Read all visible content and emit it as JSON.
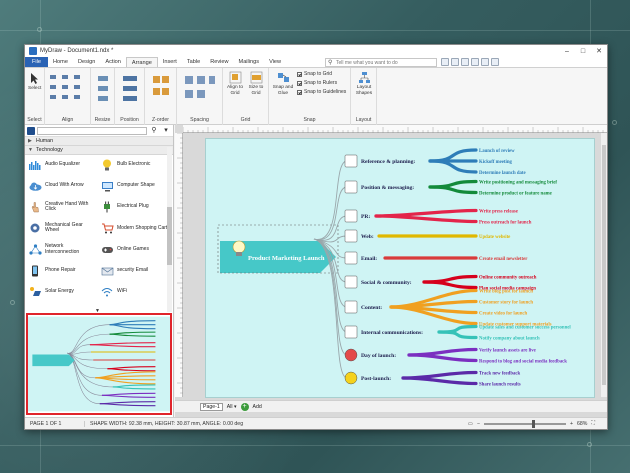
{
  "window": {
    "title": "MyDraw - Document1.ndx *",
    "controls": [
      "–",
      "□",
      "✕"
    ]
  },
  "menu": {
    "tabs": [
      "File",
      "Home",
      "Design",
      "Action",
      "Arrange",
      "Insert",
      "Table",
      "Review",
      "Mailings",
      "View"
    ],
    "active": "Arrange",
    "tell_me_placeholder": "Tell me what you want to do"
  },
  "ribbon": {
    "select_label": "Select",
    "align_grid_label": "Align to Grid",
    "size_grid_label": "Size to Grid",
    "snap_glue_label": "Snap and Glue",
    "snap_grid": "Snap to Grid",
    "snap_rulers": "Snap to Rulers",
    "snap_guidelines": "Snap to Guidelines",
    "layout_shapes_label": "Layout Shapes",
    "groups": [
      "Select",
      "Align",
      "Resize",
      "Position",
      "Z-order",
      "Spacing",
      "Grid",
      "Snap",
      "Layout"
    ]
  },
  "library": {
    "categories": [
      "Human",
      "Technology"
    ],
    "items": [
      {
        "label": "Audio Equalizer",
        "icon": "equalizer-icon"
      },
      {
        "label": "Bulb Electronic",
        "icon": "bulb-icon"
      },
      {
        "label": "Cloud With Arrow",
        "icon": "cloud-icon"
      },
      {
        "label": "Computer Shape",
        "icon": "computer-icon"
      },
      {
        "label": "Creative Hand With Click",
        "icon": "hand-click-icon"
      },
      {
        "label": "Electrical Plug",
        "icon": "plug-icon"
      },
      {
        "label": "Mechanical Gear Wheel",
        "icon": "gear-icon"
      },
      {
        "label": "Modern Shopping Cart",
        "icon": "cart-icon"
      },
      {
        "label": "Network Interconnection",
        "icon": "network-icon"
      },
      {
        "label": "Online Games",
        "icon": "gamepad-icon"
      },
      {
        "label": "Phone Repair",
        "icon": "phone-icon"
      },
      {
        "label": "security Email",
        "icon": "email-icon"
      },
      {
        "label": "Solar Energy",
        "icon": "solar-icon"
      },
      {
        "label": "WiFi",
        "icon": "wifi-icon"
      }
    ]
  },
  "mindmap": {
    "central": "Product Marketing Launch",
    "branches": [
      {
        "label": "Reference & planning:",
        "leaves": [
          "Launch of review",
          "Kickoff meeting",
          "Determine launch date"
        ],
        "color": "#2e7db8"
      },
      {
        "label": "Position & messaging:",
        "leaves": [
          "Write positioning and messaging brief",
          "Determine product or feature name"
        ],
        "color": "#138a3a"
      },
      {
        "label": "PR:",
        "leaves": [
          "Write press release",
          "Press outreach for launch"
        ],
        "color": "#e3244a"
      },
      {
        "label": "Web:",
        "leaves": [
          "Update website"
        ],
        "color": "#e0b800"
      },
      {
        "label": "Email:",
        "leaves": [
          "Create email newsletter"
        ],
        "color": "#d93b3b"
      },
      {
        "label": "Social & community:",
        "leaves": [
          "Online community outreach",
          "Plan social media campaign"
        ],
        "color": "#d6001c"
      },
      {
        "label": "Content:",
        "leaves": [
          "Write blog post for launch",
          "Customer story for launch",
          "Create video for launch",
          "Update customer support materials"
        ],
        "color": "#f0a020"
      },
      {
        "label": "Internal communications:",
        "leaves": [
          "Update sales and customer success personnel",
          "Notify company about launch"
        ],
        "color": "#35c2b8"
      },
      {
        "label": "Day of launch:",
        "leaves": [
          "Verify launch assets are live",
          "Respond to blog and social media feedback"
        ],
        "color": "#7b2fc0"
      },
      {
        "label": "Post-launch:",
        "leaves": [
          "Track new feedback",
          "Share launch results"
        ],
        "color": "#5b2aa8"
      }
    ]
  },
  "pages": {
    "current": "Page-1",
    "all_label": "All",
    "add_label": "Add"
  },
  "status": {
    "page": "PAGE 1 OF 1",
    "shape": "SHAPE WIDTH: 92.38 mm, HEIGHT: 30.87 mm, ANGLE: 0.00 deg",
    "zoom": "68%"
  }
}
